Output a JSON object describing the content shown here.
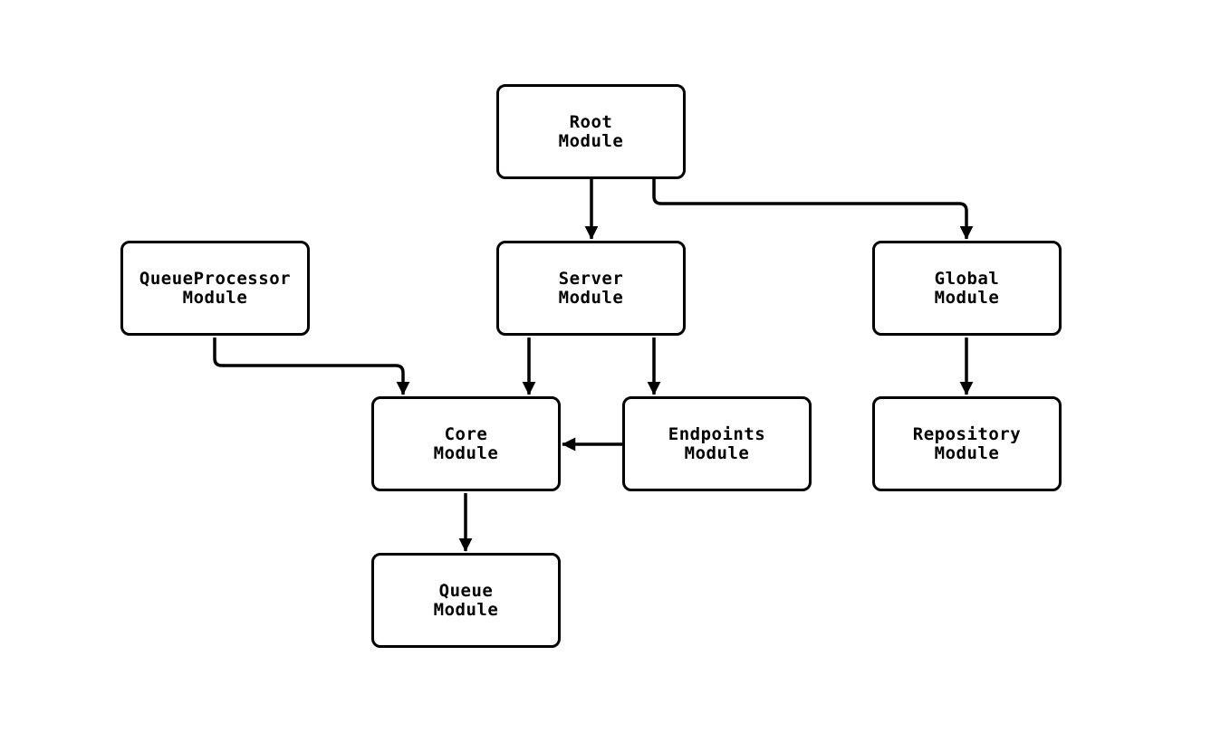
{
  "diagram": {
    "type": "module-dependency-flowchart",
    "background_color": "#ffffff",
    "stroke_color": "#000000",
    "text_color": "#000000",
    "nodes": {
      "root": {
        "label": "Root\nModule"
      },
      "queue_processor": {
        "label": "QueueProcessor\nModule"
      },
      "server": {
        "label": "Server\nModule"
      },
      "global": {
        "label": "Global\nModule"
      },
      "core": {
        "label": "Core\nModule"
      },
      "endpoints": {
        "label": "Endpoints\nModule"
      },
      "repository": {
        "label": "Repository\nModule"
      },
      "queue": {
        "label": "Queue\nModule"
      }
    },
    "edges": [
      {
        "from": "Root Module",
        "to": "Server Module"
      },
      {
        "from": "Root Module",
        "to": "Global Module"
      },
      {
        "from": "QueueProcessor Module",
        "to": "Core Module"
      },
      {
        "from": "Server Module",
        "to": "Core Module"
      },
      {
        "from": "Server Module",
        "to": "Endpoints Module"
      },
      {
        "from": "Endpoints Module",
        "to": "Core Module"
      },
      {
        "from": "Global Module",
        "to": "Repository Module"
      },
      {
        "from": "Core Module",
        "to": "Queue Module"
      }
    ]
  }
}
